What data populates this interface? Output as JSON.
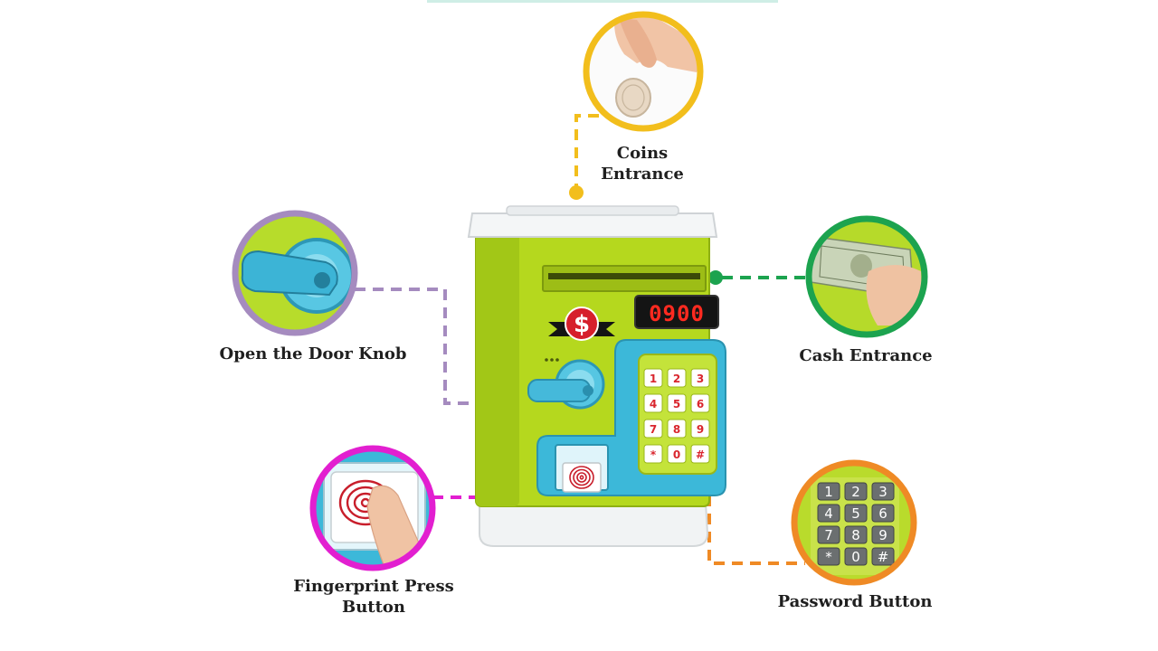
{
  "callouts": {
    "coins": {
      "line1": "Coins",
      "line2": "Entrance",
      "color": "#f2be1c"
    },
    "knob": {
      "label": "Open the Door Knob",
      "color": "#a58bbf"
    },
    "cash": {
      "label": "Cash Entrance",
      "color": "#1ca34f"
    },
    "fingerprint": {
      "line1": "Fingerprint Press",
      "line2": "Button",
      "color": "#e21fd0"
    },
    "password": {
      "label": "Password Button",
      "color": "#ef8a25"
    }
  },
  "safe": {
    "display": "0900",
    "emblem": "$",
    "body_color": "#b5d81e",
    "panel_color": "#3cb8d9",
    "keypad": [
      "1",
      "2",
      "3",
      "4",
      "5",
      "6",
      "7",
      "8",
      "9",
      "*",
      "0",
      "#"
    ]
  },
  "password_pad": [
    "1",
    "2",
    "3",
    "4",
    "5",
    "6",
    "7",
    "8",
    "9",
    "*",
    "0",
    "#"
  ]
}
